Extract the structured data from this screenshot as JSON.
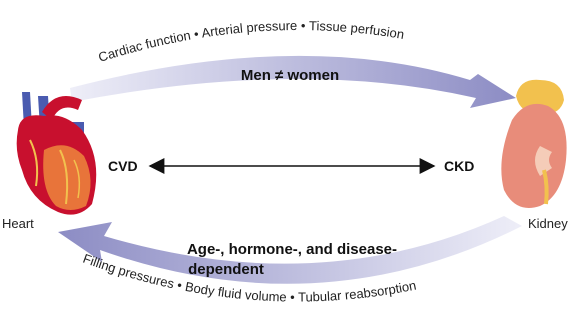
{
  "top_arc": {
    "items": [
      "Cardiac function",
      "Arterial pressure",
      "Tissue perfusion"
    ],
    "center_label": "Men ≠ women"
  },
  "bottom_arc": {
    "items": [
      "Filling pressures",
      "Body fluid volume",
      "Tubular reabsorption"
    ],
    "center_label_line1": "Age-, hormone-, and disease-",
    "center_label_line2": "dependent"
  },
  "left_node": {
    "caption": "Heart",
    "tag": "CVD"
  },
  "right_node": {
    "caption": "Kidney",
    "tag": "CKD"
  },
  "colors": {
    "arc_light": "#dcdcef",
    "arc_dark": "#8c8cc4",
    "heart_red": "#c8102e",
    "heart_orange": "#e8743a",
    "vessel_blue": "#4a5bb0",
    "kidney_pink": "#e88c7a",
    "adrenal_yellow": "#f2c14e"
  }
}
